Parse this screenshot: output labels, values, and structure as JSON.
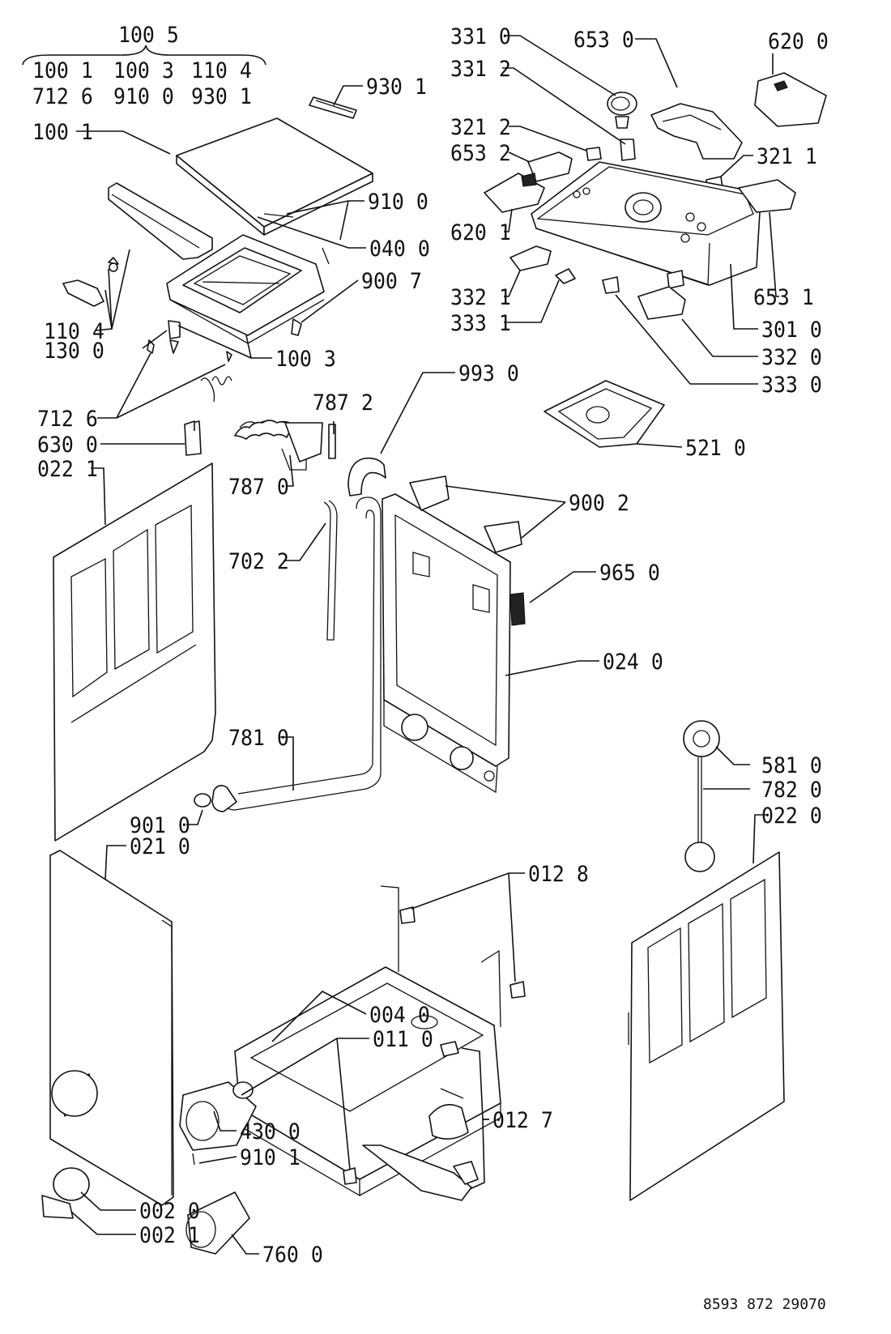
{
  "doc_number": "8593 872 29070",
  "groups": {
    "header": "100 5",
    "rows": [
      [
        "100 1",
        "100 3",
        "110 4"
      ],
      [
        "712 6",
        "910 0",
        "930 1"
      ]
    ]
  },
  "labels": {
    "l9301": "930 1",
    "l1001": "100 1",
    "l9100": "910 0",
    "l0400": "040 0",
    "l9007": "900 7",
    "l1104": "110 4",
    "l1300": "130 0",
    "l1003": "100 3",
    "l7126": "712 6",
    "l6300": "630 0",
    "l0221": "022 1",
    "l7872": "787 2",
    "l7870": "787 0",
    "l7022": "702 2",
    "l7810": "781 0",
    "l9010": "901 0",
    "l0210": "021 0",
    "l3310": "331 0",
    "l3312": "331 2",
    "l6530": "653 0",
    "l6200": "620 0",
    "l3212": "321 2",
    "l6532": "653 2",
    "l3211": "321 1",
    "l6201": "620 1",
    "l3321": "332 1",
    "l3331": "333 1",
    "l6531": "653 1",
    "l3010": "301 0",
    "l3320": "332 0",
    "l3330": "333 0",
    "l9930": "993 0",
    "l5210": "521 0",
    "l9002": "900 2",
    "l9650": "965 0",
    "l0240": "024 0",
    "l5810": "581 0",
    "l7820": "782 0",
    "l0220": "022 0",
    "l0128": "012 8",
    "l0040": "004 0",
    "l0110": "011 0",
    "l4300": "430 0",
    "l9101": "910 1",
    "l0127": "012 7",
    "l0020": "002 0",
    "l0021": "002 1",
    "l7600": "760 0"
  }
}
